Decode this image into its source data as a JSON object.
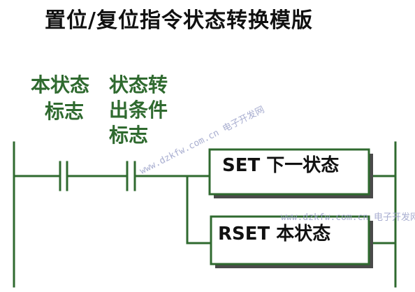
{
  "title": "置位/复位指令状态转换模版",
  "labels": {
    "current_state_line1": "本状态",
    "current_state_line2": "标志",
    "transition_line1": "状态转",
    "transition_line2": "出条件",
    "transition_line3": "标志"
  },
  "boxes": {
    "set_next": "SET 下一状态",
    "rset_current": "RSET 本状态"
  },
  "watermarks": {
    "diagonal": "www.dzkfw.com.cn 电子开发网",
    "horizontal": "www.dzkfw.com.cn 电子开发网"
  },
  "colors": {
    "wire": "#2f6a2f",
    "label": "#2f6a2f",
    "box_border": "#2f6a2f",
    "box_shadow": "#4a4a4a"
  }
}
